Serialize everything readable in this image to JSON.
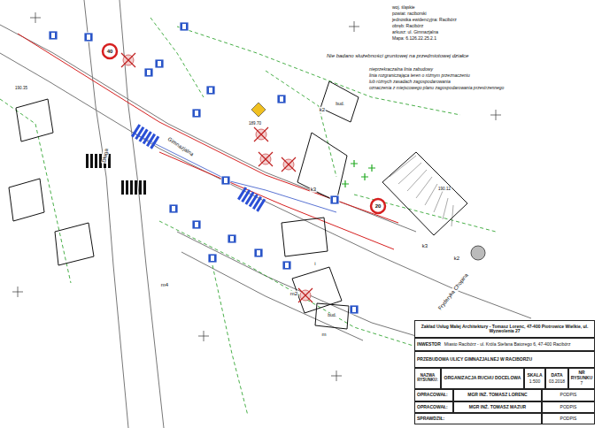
{
  "diagram": {
    "nodes": [
      {
        "text": [
          "Zakład Usług Małej Architektury - Tomasz Lorenc, 47-400 Piotrowice Wielkie, ul. Wyzwolenia 27"
        ]
      },
      {
        "text": [
          "INWESTOR",
          "Miasto Racibórz - ul. Króla Stefana Batorego 6, 47-400 Racibórz"
        ]
      },
      {
        "text": [
          "PRZEBUDOWA ULICY GIMNAZJALNEJ W RACIBORZU"
        ]
      },
      {
        "text": [
          "NAZWA RYSUNKU:"
        ]
      },
      {
        "text": [
          "ORGANIZACJA RUCHU DOCELOWA"
        ]
      },
      {
        "text": [
          "SKALA",
          "1:500"
        ]
      },
      {
        "text": [
          "DATA",
          "03.2018"
        ]
      },
      {
        "text": [
          "NR RYSUNKU",
          "7"
        ]
      },
      {
        "text": [
          "OPRACOWAŁ:"
        ]
      },
      {
        "text": [
          "MGR INŻ. TOMASZ LORENC"
        ]
      },
      {
        "text": [
          "PODPIS"
        ]
      },
      {
        "text": [
          "OPRACOWAŁ:"
        ]
      },
      {
        "text": [
          "MGR INŻ. TOMASZ MAZUR"
        ]
      },
      {
        "text": [
          "PODPIS"
        ]
      },
      {
        "text": [
          "SPRAWDZIŁ:"
        ]
      },
      {
        "text": [
          "PODPIS"
        ]
      }
    ],
    "labels": [
      "woj. śląskie",
      "powiat: raciborski",
      "jednostka ewidencyjna: Racibórz",
      "obręb: Racibórz",
      "arkusz: ul. Gimnazjalna",
      "Mapa: 6.126.22.25.2.1",
      "Nie badano służebności gruntowej na przedmiotowej działce",
      "Gimnazjalna",
      "Długa",
      "Fryderyka Chopina",
      "k2",
      "k3",
      "k3",
      "k2",
      "m2",
      "m",
      "m4",
      "bud.",
      "i",
      "bud.",
      "20",
      "40",
      "190.35",
      "189.70",
      "190.12"
    ],
    "legend": [
      {
        "text": "nieprzekraczalna linia zabudowy"
      },
      {
        "text": "linia rozgraniczająca teren o różnym przeznaczeniu"
      },
      {
        "text": "lub różnych zasadach zagospodarowania"
      },
      {
        "text": "oznaczenia z miejscowego planu zagospodarowania przestrzennego"
      }
    ]
  }
}
